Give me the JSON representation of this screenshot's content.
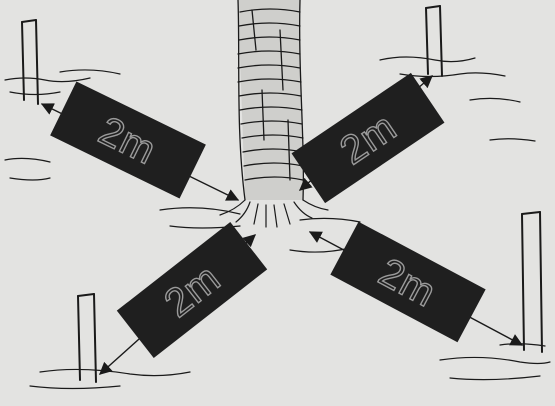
{
  "colors": {
    "paper": "#e3e3e1",
    "ink": "#1a1a1a",
    "label_box": "#1f1f1f",
    "label_text": "#9a9a9a"
  },
  "distance_labels": [
    {
      "id": "top-left",
      "text": "2m"
    },
    {
      "id": "top-right",
      "text": "2m"
    },
    {
      "id": "bottom-left",
      "text": "2m"
    },
    {
      "id": "bottom-right",
      "text": "2m"
    }
  ]
}
